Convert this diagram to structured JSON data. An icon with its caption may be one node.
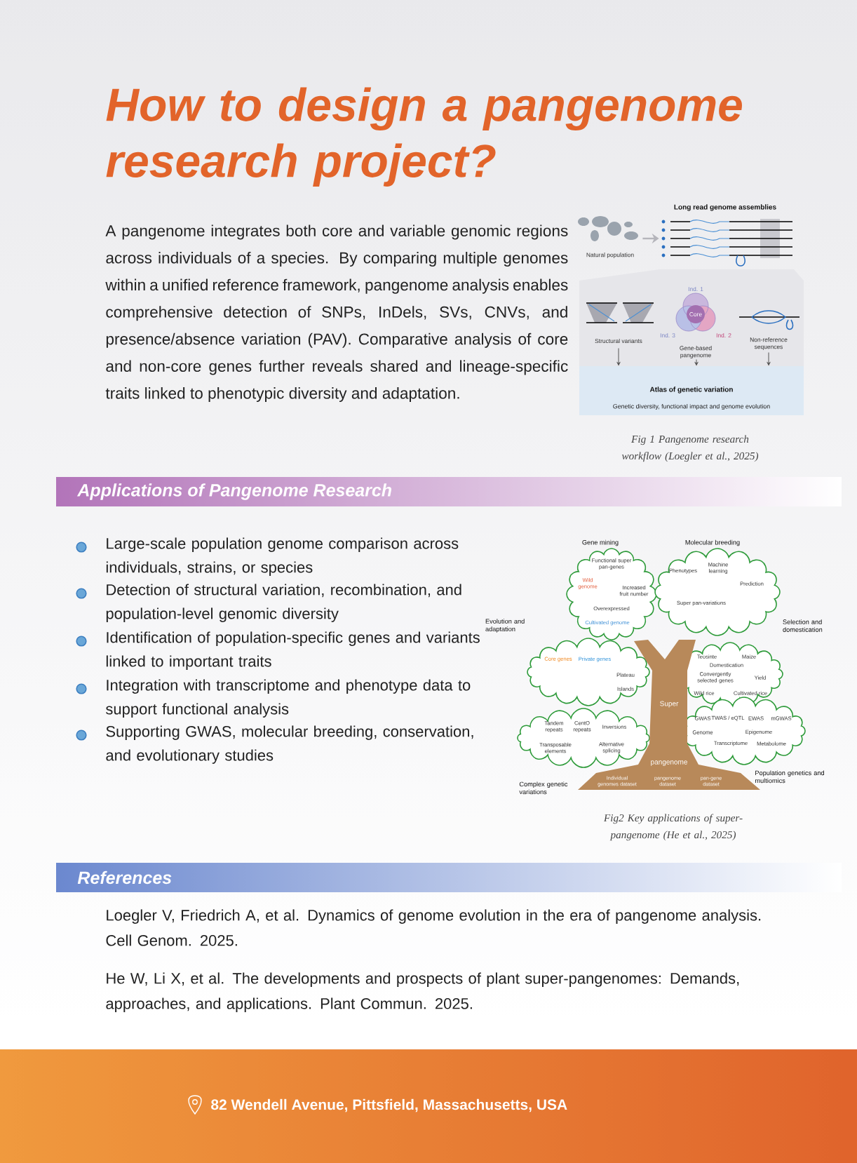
{
  "diagram": {
    "title": "How to design a pangenome research project?",
    "nodes": [
      {
        "text": [
          "Natural population"
        ]
      },
      {
        "text": [
          "Long read genome assemblies"
        ]
      },
      {
        "text": [
          "Structural variants"
        ]
      },
      {
        "text": [
          "Ind. 1",
          "Core",
          "Ind. 3",
          "Ind. 2",
          "Gene-based pangenome"
        ]
      },
      {
        "text": [
          "Non-reference sequences"
        ]
      },
      {
        "text": [
          "Atlas of genetic variation",
          "Genetic diversity, functional impact and genome evolution"
        ]
      },
      {
        "text": [
          "Applications of Pangenome Research"
        ]
      },
      {
        "text": [
          "Gene mining",
          "Functional super pan-genes",
          "Wild genome",
          "Increased fruit number",
          "Overexpressed",
          "Cultivated genome"
        ]
      },
      {
        "text": [
          "Molecular breeding",
          "Phenotypes",
          "Machine learning",
          "Prediction",
          "Super pan-variations"
        ]
      },
      {
        "text": [
          "Evolution and adaptation",
          "Core genes",
          "Private genes",
          "Plateau",
          "Islands"
        ]
      },
      {
        "text": [
          "Selection and domestication",
          "Teosinte",
          "Maize",
          "Domestication",
          "Convergently selected genes",
          "Yield",
          "Wild rice",
          "Cultivated rice"
        ]
      },
      {
        "text": [
          "Complex genetic variations",
          "Tandem repeats",
          "CentO repeats",
          "Inversions",
          "Transposable elements",
          "Alternative splicing"
        ]
      },
      {
        "text": [
          "Population genetics and multiomics",
          "GWAS",
          "TWAS / eQTL",
          "EWAS",
          "mGWAS",
          "Genome",
          "Transcriptome",
          "Epigenome",
          "Metabolome"
        ]
      },
      {
        "text": [
          "Super",
          "pangenome",
          "Individual genomes dataset",
          "pangenome dataset",
          "pan-gene dataset"
        ]
      },
      {
        "text": [
          "References"
        ]
      }
    ],
    "edges": [
      {
        "from": 0,
        "to": 1,
        "arrow": "to",
        "color": "#b5b5bb"
      },
      {
        "from": 2,
        "to": 5,
        "arrow": "to"
      },
      {
        "from": 3,
        "to": 5,
        "arrow": "to"
      },
      {
        "from": 4,
        "to": 5,
        "arrow": "to"
      }
    ],
    "labels": [
      "A pangenome integrates both core and variable genomic regions across individuals of a species. By comparing multiple genomes within a unified reference framework, pangenome analysis enables comprehensive detection of SNPs, InDels, SVs, CNVs, and presence/absence variation (PAV). Comparative analysis of core and non-core genes further reveals shared and lineage-specific traits linked to phenotypic diversity and adaptation.",
      "Fig 1 Pangenome research workflow (Loegler et al., 2025)",
      "Large-scale population genome comparison across individuals, strains, or species",
      "Detection of structural variation, recombination, and population-level genomic diversity",
      "Identification of population-specific genes and variants linked to important traits",
      "Integration with transcriptome and phenotype data to support functional analysis",
      "Supporting GWAS, molecular breeding, conservation, and evolutionary studies",
      "Fig2 Key applications of super-pangenome (He et al., 2025)",
      "Loegler V, Friedrich A, et al. Dynamics of genome evolution in the era of pangenome analysis. Cell Genom. 2025.",
      "He W, Li X, et al. The developments and prospects of plant super-pangenomes: Demands, approaches, and applications. Plant Commun. 2025.",
      "82 Wendell Avenue, Pittsfield, Massachusetts, USA"
    ]
  }
}
